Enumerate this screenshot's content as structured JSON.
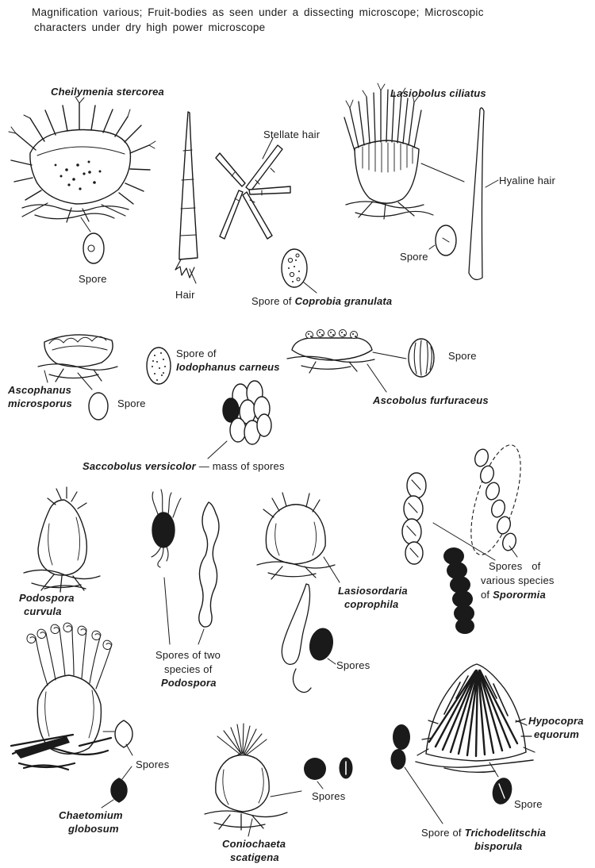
{
  "page": {
    "background": "#ffffff",
    "ink": "#1a1a1a"
  },
  "header": {
    "line1": "Magnification various; Fruit-bodies as seen under a dissecting microscope; Microscopic",
    "line2": "characters under dry high power microscope"
  },
  "labels": {
    "cheilymenia_name": "Cheilymenia stercorea",
    "cheilymenia_spore": "Spore",
    "hair": "Hair",
    "stellate_hair": "Stellate hair",
    "lasiobolus_name": "Lasiobolus ciliatus",
    "hyaline_hair": "Hyaline hair",
    "lasiobolus_spore": "Spore",
    "coprobia_prefix": "Spore of ",
    "coprobia_name": "Coprobia granulata",
    "iodophanus_prefix": "Spore of",
    "iodophanus_name": "Iodophanus carneus",
    "ascophanus_name_line1": "Ascophanus",
    "ascophanus_name_line2": "microsporus",
    "ascophanus_spore": "Spore",
    "ascobolus_spore": "Spore",
    "ascobolus_name": "Ascobolus furfuraceus",
    "saccobolus_name": "Saccobolus versicolor",
    "saccobolus_suffix": "— mass of spores",
    "podospora_name_line1": "Podospora",
    "podospora_name_line2": "curvula",
    "podospora_spores_line1": "Spores of two",
    "podospora_spores_line2": "species of",
    "podospora_spores_line3": "Podospora",
    "lasiosordaria_name_line1": "Lasiosordaria",
    "lasiosordaria_name_line2": "coprophila",
    "lasiosordaria_spores": "Spores",
    "sporormia_line1": "Spores of",
    "sporormia_line2": "various species",
    "sporormia_line3_prefix": "of ",
    "sporormia_name": "Sporormia",
    "chaetomium_name_line1": "Chaetomium",
    "chaetomium_name_line2": "globosum",
    "chaetomium_spores": "Spores",
    "coniochaeta_name_line1": "Coniochaeta",
    "coniochaeta_name_line2": "scatigena",
    "coniochaeta_spores": "Spores",
    "hypocopra_name_line1": "Hypocopra",
    "hypocopra_name_line2": "equorum",
    "hypocopra_spore": "Spore",
    "trichodelitschia_prefix": "Spore of ",
    "trichodelitschia_name_line1": "Trichodelitschia",
    "trichodelitschia_name_line2": "bisporula"
  }
}
